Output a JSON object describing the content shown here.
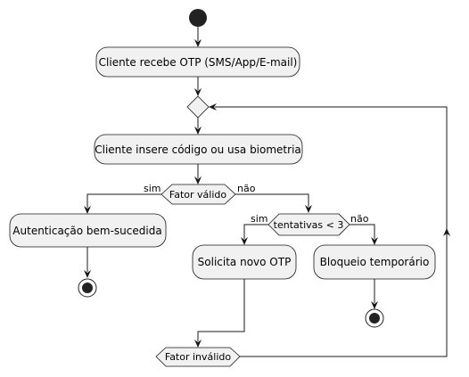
{
  "nodes": {
    "receive_otp": "Cliente recebe OTP (SMS/App/E-mail)",
    "enter_code": "Cliente insere código ou usa biometria",
    "valid_factor": "Fator válido",
    "auth_success": "Autenticação bem-sucedida",
    "attempts": "tentativas < 3",
    "request_new_otp": "Solicita novo OTP",
    "temp_block": "Bloqueio temporário",
    "invalid_factor": "Fator inválido"
  },
  "edge_labels": {
    "valid_yes": "sim",
    "valid_no": "não",
    "attempts_yes": "sim",
    "attempts_no": "não"
  },
  "colors": {
    "node_fill": "#f1f1f1",
    "stroke": "#181818",
    "start_end": "#222222"
  }
}
